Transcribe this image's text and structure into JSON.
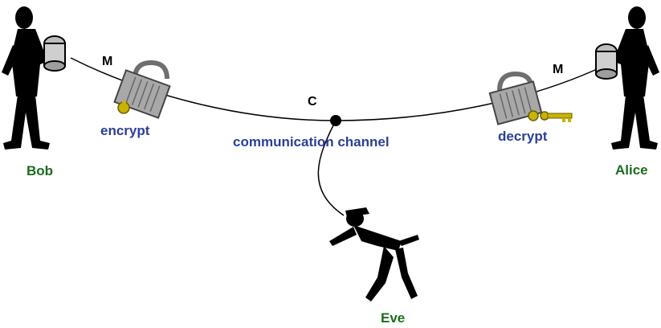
{
  "labels": {
    "bob": "Bob",
    "alice": "Alice",
    "eve": "Eve",
    "encrypt": "encrypt",
    "decrypt": "decrypt",
    "channel": "communication channel",
    "message_left": "M",
    "message_right": "M",
    "ciphertext": "C"
  },
  "icons": {
    "bob": "person-with-tin-can-phone",
    "alice": "person-with-tin-can-phone",
    "eve": "eavesdropper-crouching",
    "encrypt_lock": "padlock-with-key",
    "decrypt_lock": "padlock-with-key",
    "tap_point": "wiretap-dot"
  },
  "colors": {
    "name_text": "#1e6b1e",
    "action_text": "#2a3f9a",
    "key": "#c8b400",
    "lock_body": "#a8a8a8",
    "figure": "#000000"
  }
}
